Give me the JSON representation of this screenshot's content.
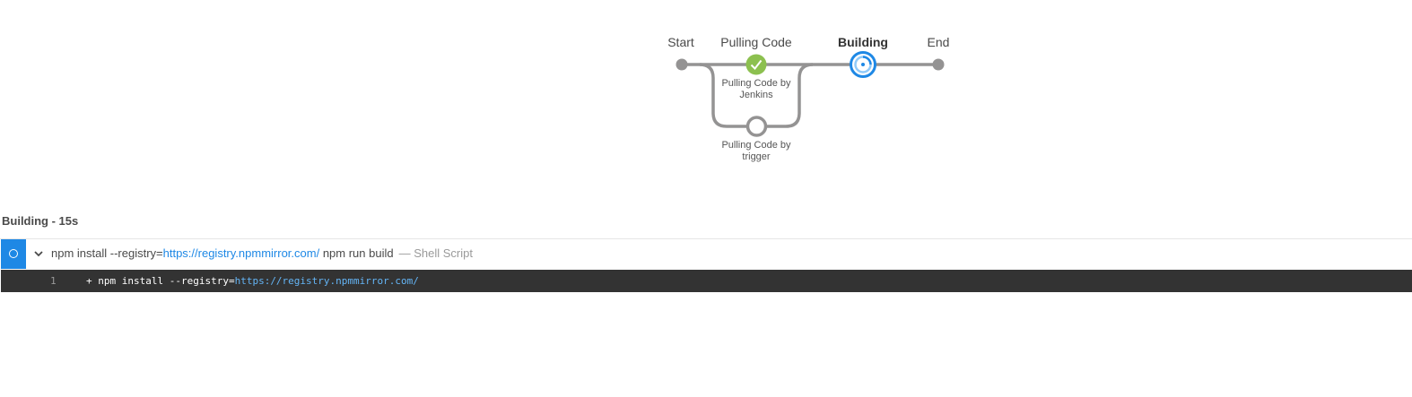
{
  "pipeline": {
    "stages": {
      "start": "Start",
      "pulling_code": "Pulling Code",
      "building": "Building",
      "end": "End"
    },
    "branches": {
      "jenkins_line1": "Pulling Code by",
      "jenkins_line2": "Jenkins",
      "trigger_line1": "Pulling Code by",
      "trigger_line2": "trigger"
    }
  },
  "section": {
    "title": "Building - 15s"
  },
  "step": {
    "command_prefix": "npm install --registry=",
    "registry_url": "https://registry.npmmirror.com/",
    "command_suffix": " npm run build",
    "meta": "— Shell Script"
  },
  "console": {
    "line_number": "1",
    "prefix": "+ npm install --registry=",
    "url": "https://registry.npmmirror.com/"
  },
  "colors": {
    "success": "#8cc04f",
    "running": "#1e88e5",
    "pending": "#949393",
    "console_bg": "#333333"
  },
  "icons": {
    "success": "check-icon",
    "running": "running-icon",
    "pending": "circle-icon",
    "toggle": "chevron-down-icon"
  }
}
